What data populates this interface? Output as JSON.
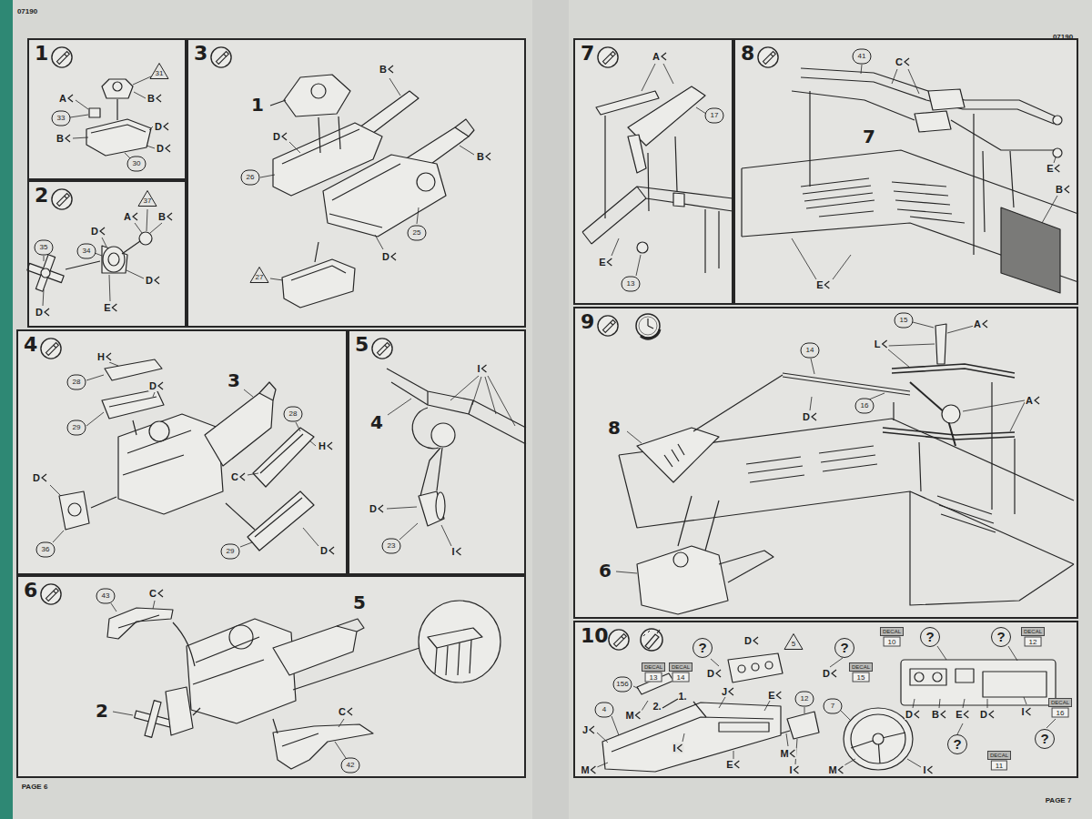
{
  "diagram": {
    "nodes": [
      {
        "text": [
          "1"
        ]
      },
      {
        "text": [
          "2"
        ]
      },
      {
        "text": [
          "3"
        ]
      },
      {
        "text": [
          "4"
        ]
      },
      {
        "text": [
          "5"
        ]
      },
      {
        "text": [
          "6"
        ]
      },
      {
        "text": [
          "7"
        ]
      },
      {
        "text": [
          "8"
        ]
      },
      {
        "text": [
          "9"
        ]
      },
      {
        "text": [
          "10"
        ]
      }
    ],
    "labels": [
      "07190",
      "07190",
      "PAGE 6",
      "PAGE 7",
      "31",
      "B",
      "A",
      "33",
      "D",
      "B",
      "D",
      "30",
      "37",
      "A",
      "B",
      "D",
      "34",
      "35",
      "D",
      "D",
      "E",
      "1",
      "B",
      "D",
      "26",
      "B",
      "25",
      "D",
      "27",
      "H",
      "28",
      "D",
      "3",
      "29",
      "28",
      "H",
      "C",
      "D",
      "36",
      "29",
      "D",
      "I",
      "4",
      "D",
      "23",
      "I",
      "43",
      "C",
      "5",
      "2",
      "42",
      "C",
      "A",
      "17",
      "E",
      "13",
      "41",
      "C",
      "7",
      "E",
      "B",
      "E",
      "15",
      "A",
      "L",
      "14",
      "16",
      "A",
      "D",
      "8",
      "6",
      "DECAL",
      "13",
      "DECAL",
      "14",
      "?",
      "D",
      "D",
      "5",
      "?",
      "D",
      "DECAL",
      "15",
      "DECAL",
      "10",
      "?",
      "?",
      "DECAL",
      "12",
      "156",
      "M",
      "2.",
      "1.",
      "J",
      "4",
      "J",
      "E",
      "12",
      "7",
      "M",
      "M",
      "I",
      "E",
      "I",
      "M",
      "I",
      "D",
      "B",
      "E",
      "D",
      "I",
      "DECAL",
      "16",
      "?",
      "?",
      "DECAL",
      "11"
    ]
  }
}
